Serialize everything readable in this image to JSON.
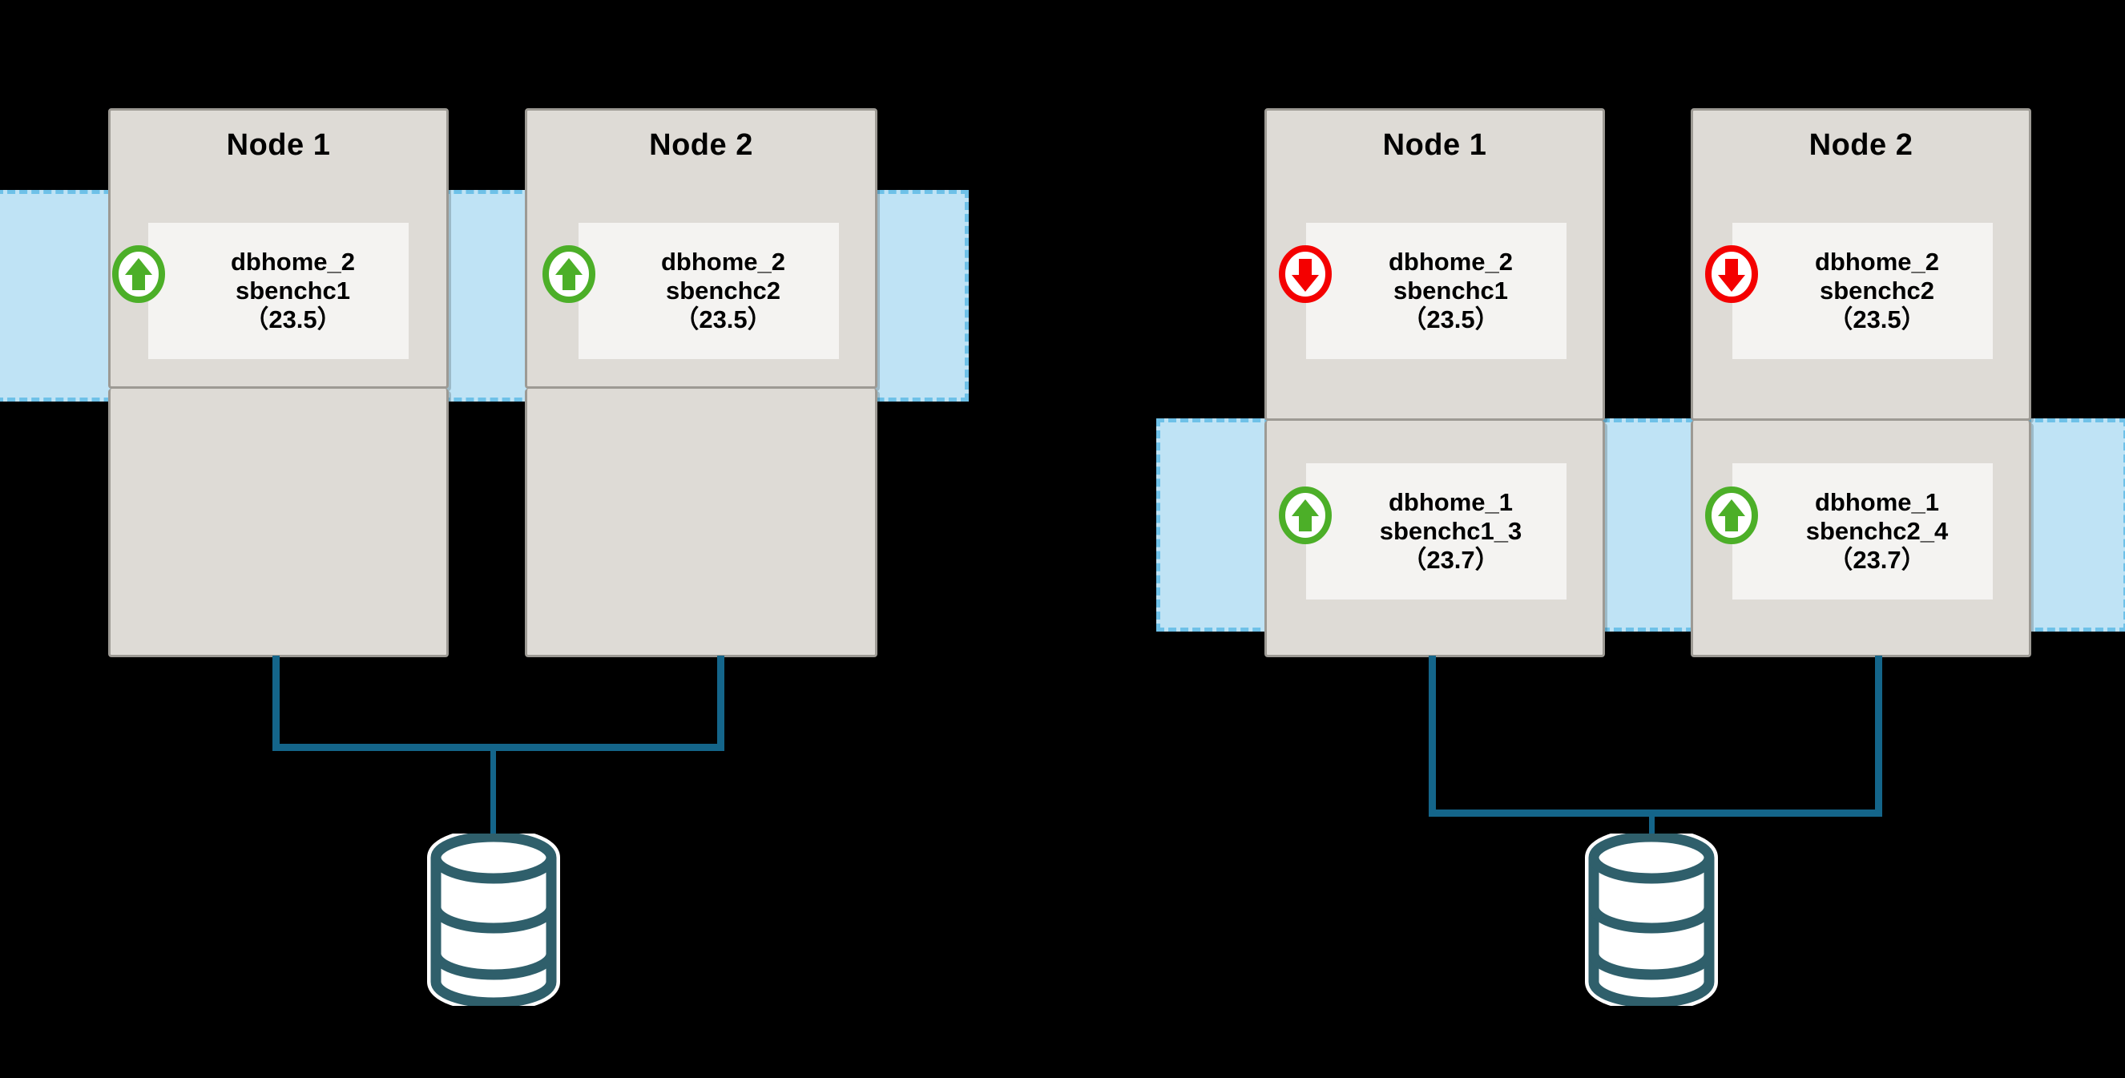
{
  "diagram": {
    "title": "Oracle RAC rolling upgrade — database home relocation across two nodes",
    "colors": {
      "background": "#000000",
      "node_fill": "#dedbd6",
      "node_border": "#9d9a94",
      "band_fill": "#bfe3f5",
      "band_border": "#6ec1e8",
      "service_box_fill": "#f4f3f1",
      "connector": "#14658a",
      "cylinder": "#2f5f6b",
      "status_up": "#4caf28",
      "status_down": "#f40000"
    }
  },
  "groups": [
    {
      "id": "before",
      "band": {
        "label": "highlight-band-dbhome-2"
      },
      "nodes": [
        {
          "title": "Node 1",
          "services": [
            {
              "icon": "arrow-up-circle-icon",
              "status": "up",
              "home": "dbhome_2",
              "service": "sbenchc1",
              "version": "（23.5）"
            }
          ]
        },
        {
          "title": "Node 2",
          "services": [
            {
              "icon": "arrow-up-circle-icon",
              "status": "up",
              "home": "dbhome_2",
              "service": "sbenchc2",
              "version": "（23.5）"
            }
          ]
        }
      ],
      "database": {
        "label": "shared-database"
      }
    },
    {
      "id": "after",
      "band": {
        "label": "highlight-band-dbhome-1"
      },
      "nodes": [
        {
          "title": "Node 1",
          "services": [
            {
              "icon": "arrow-down-circle-icon",
              "status": "down",
              "home": "dbhome_2",
              "service": "sbenchc1",
              "version": "（23.5）"
            },
            {
              "icon": "arrow-up-circle-icon",
              "status": "up",
              "home": "dbhome_1",
              "service": "sbenchc1_3",
              "version": "（23.7）"
            }
          ]
        },
        {
          "title": "Node 2",
          "services": [
            {
              "icon": "arrow-down-circle-icon",
              "status": "down",
              "home": "dbhome_2",
              "service": "sbenchc2",
              "version": "（23.5）"
            },
            {
              "icon": "arrow-up-circle-icon",
              "status": "up",
              "home": "dbhome_1",
              "service": "sbenchc2_4",
              "version": "（23.7）"
            }
          ]
        }
      ],
      "database": {
        "label": "shared-database"
      }
    }
  ]
}
